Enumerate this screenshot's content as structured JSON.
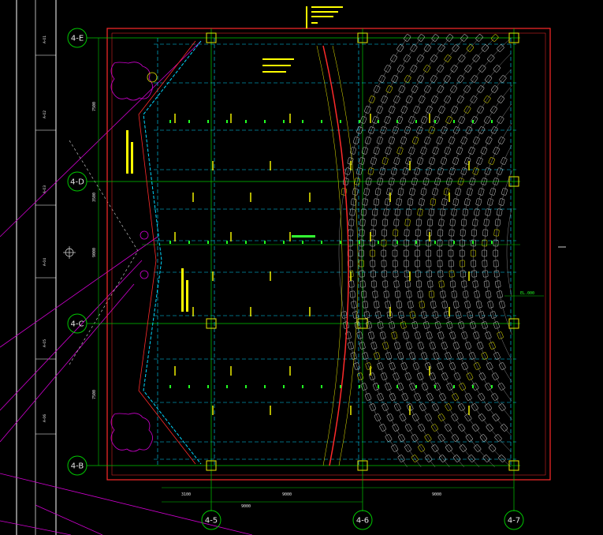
{
  "colors": {
    "background": "#000000",
    "frame": "#ffffff",
    "grid_line": "#00c800",
    "red_line": "#ff2a2a",
    "cyan_dash": "#00d7ff",
    "seat": "#cfcfcf",
    "seat_yellow": "#e8e800",
    "magenta": "#d000d0",
    "label_yellow": "#ffff00",
    "green_mark": "#22ff22"
  },
  "axes": {
    "rows": [
      {
        "id": "axis-4-e",
        "label": "4-E"
      },
      {
        "id": "axis-4-d",
        "label": "4-D"
      },
      {
        "id": "axis-4-c",
        "label": "4-C"
      },
      {
        "id": "axis-4-b",
        "label": "4-B"
      }
    ],
    "columns": [
      {
        "id": "axis-4-5",
        "label": "4-5"
      },
      {
        "id": "axis-4-6",
        "label": "4-6"
      },
      {
        "id": "axis-4-7",
        "label": "4-7"
      }
    ]
  },
  "dimensions": {
    "bottom": [
      "3100",
      "9000",
      "9000",
      "9000"
    ],
    "left": [
      "7500",
      "3500",
      "9000",
      "7500"
    ],
    "right_elevation": "EL.000"
  },
  "title_block": {
    "rows": [
      "A-01",
      "A-02",
      "A-03",
      "A-04",
      "A-05",
      "A-06"
    ]
  }
}
